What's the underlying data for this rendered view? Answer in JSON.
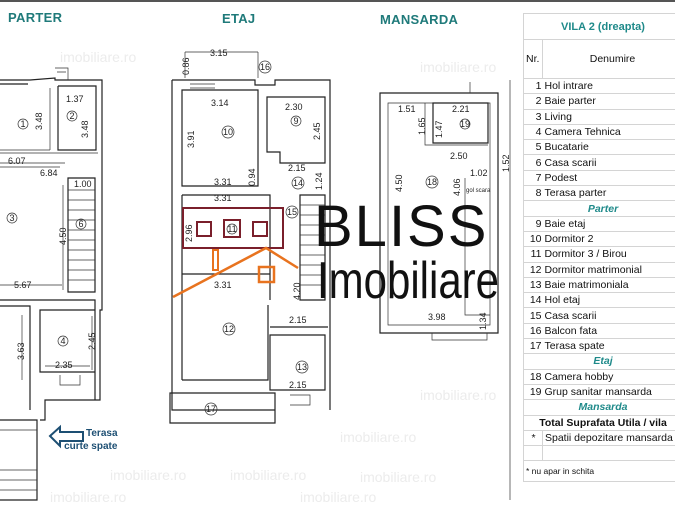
{
  "watermark": "imobiliare.ro",
  "floors": {
    "parter": "PARTER",
    "etaj": "ETAJ",
    "mansarda": "MANSARDA"
  },
  "logo": {
    "line1": "BLISS",
    "line2": "Imobiliare",
    "colors": {
      "house": "#e8731f",
      "frame": "#7a1f2b"
    }
  },
  "terasa_note": {
    "line1": "Terasa",
    "line2": "curte spate",
    "arrow_icon": "arrow-left-icon"
  },
  "room_numbers": {
    "parter": [
      "1",
      "2",
      "3",
      "4",
      "6"
    ],
    "etaj": [
      "9",
      "10",
      "11",
      "12",
      "13",
      "14",
      "15",
      "16",
      "17"
    ],
    "mansarda": [
      "18",
      "19"
    ]
  },
  "dimensions": {
    "parter": [
      "1.37",
      "3.48",
      "3.48",
      "6.07",
      "6.84",
      "1.00",
      "4.50",
      "5.67",
      "3.63",
      "2.35",
      "2.45"
    ],
    "etaj": [
      "3.15",
      "0.86",
      "3.14",
      "2.30",
      "3.91",
      "2.45",
      "2.15",
      "0.94",
      "1.24",
      "3.31",
      "3.31",
      "2.96",
      "4.20",
      "3.31",
      "2.15",
      "2.15"
    ],
    "mansarda": [
      "1.51",
      "2.21",
      "1.65",
      "1.47",
      "2.50",
      "1.52",
      "1.02",
      "4.50",
      "4.06",
      "1.34",
      "3.98"
    ],
    "gol_scara": "gol scara"
  },
  "table": {
    "title": "VILA 2 (dreapta)",
    "col_nr": "Nr.",
    "col_name": "Denumire",
    "rows": [
      {
        "nr": "1",
        "name": "Hol intrare"
      },
      {
        "nr": "2",
        "name": "Baie parter"
      },
      {
        "nr": "3",
        "name": "Living"
      },
      {
        "nr": "4",
        "name": "Camera Tehnica"
      },
      {
        "nr": "5",
        "name": "Bucatarie"
      },
      {
        "nr": "6",
        "name": "Casa scarii"
      },
      {
        "nr": "7",
        "name": "Podest"
      },
      {
        "nr": "8",
        "name": "Terasa parter"
      },
      {
        "section": "Parter"
      },
      {
        "nr": "9",
        "name": "Baie etaj"
      },
      {
        "nr": "10",
        "name": "Dormitor 2"
      },
      {
        "nr": "11",
        "name": "Dormitor 3 / Birou"
      },
      {
        "nr": "12",
        "name": "Dormitor matrimonial"
      },
      {
        "nr": "13",
        "name": "Baie matrimoniala"
      },
      {
        "nr": "14",
        "name": "Hol etaj"
      },
      {
        "nr": "15",
        "name": "Casa scarii"
      },
      {
        "nr": "16",
        "name": "Balcon fata"
      },
      {
        "nr": "17",
        "name": "Terasa spate"
      },
      {
        "section": "Etaj"
      },
      {
        "nr": "18",
        "name": "Camera hobby"
      },
      {
        "nr": "19",
        "name": "Grup sanitar mansarda"
      },
      {
        "section": "Mansarda"
      }
    ],
    "total": "Total Suprafata Utila / vila",
    "storage_mark": "*",
    "storage": "Spatii depozitare mansarda",
    "footnote": "* nu apar in schita"
  }
}
